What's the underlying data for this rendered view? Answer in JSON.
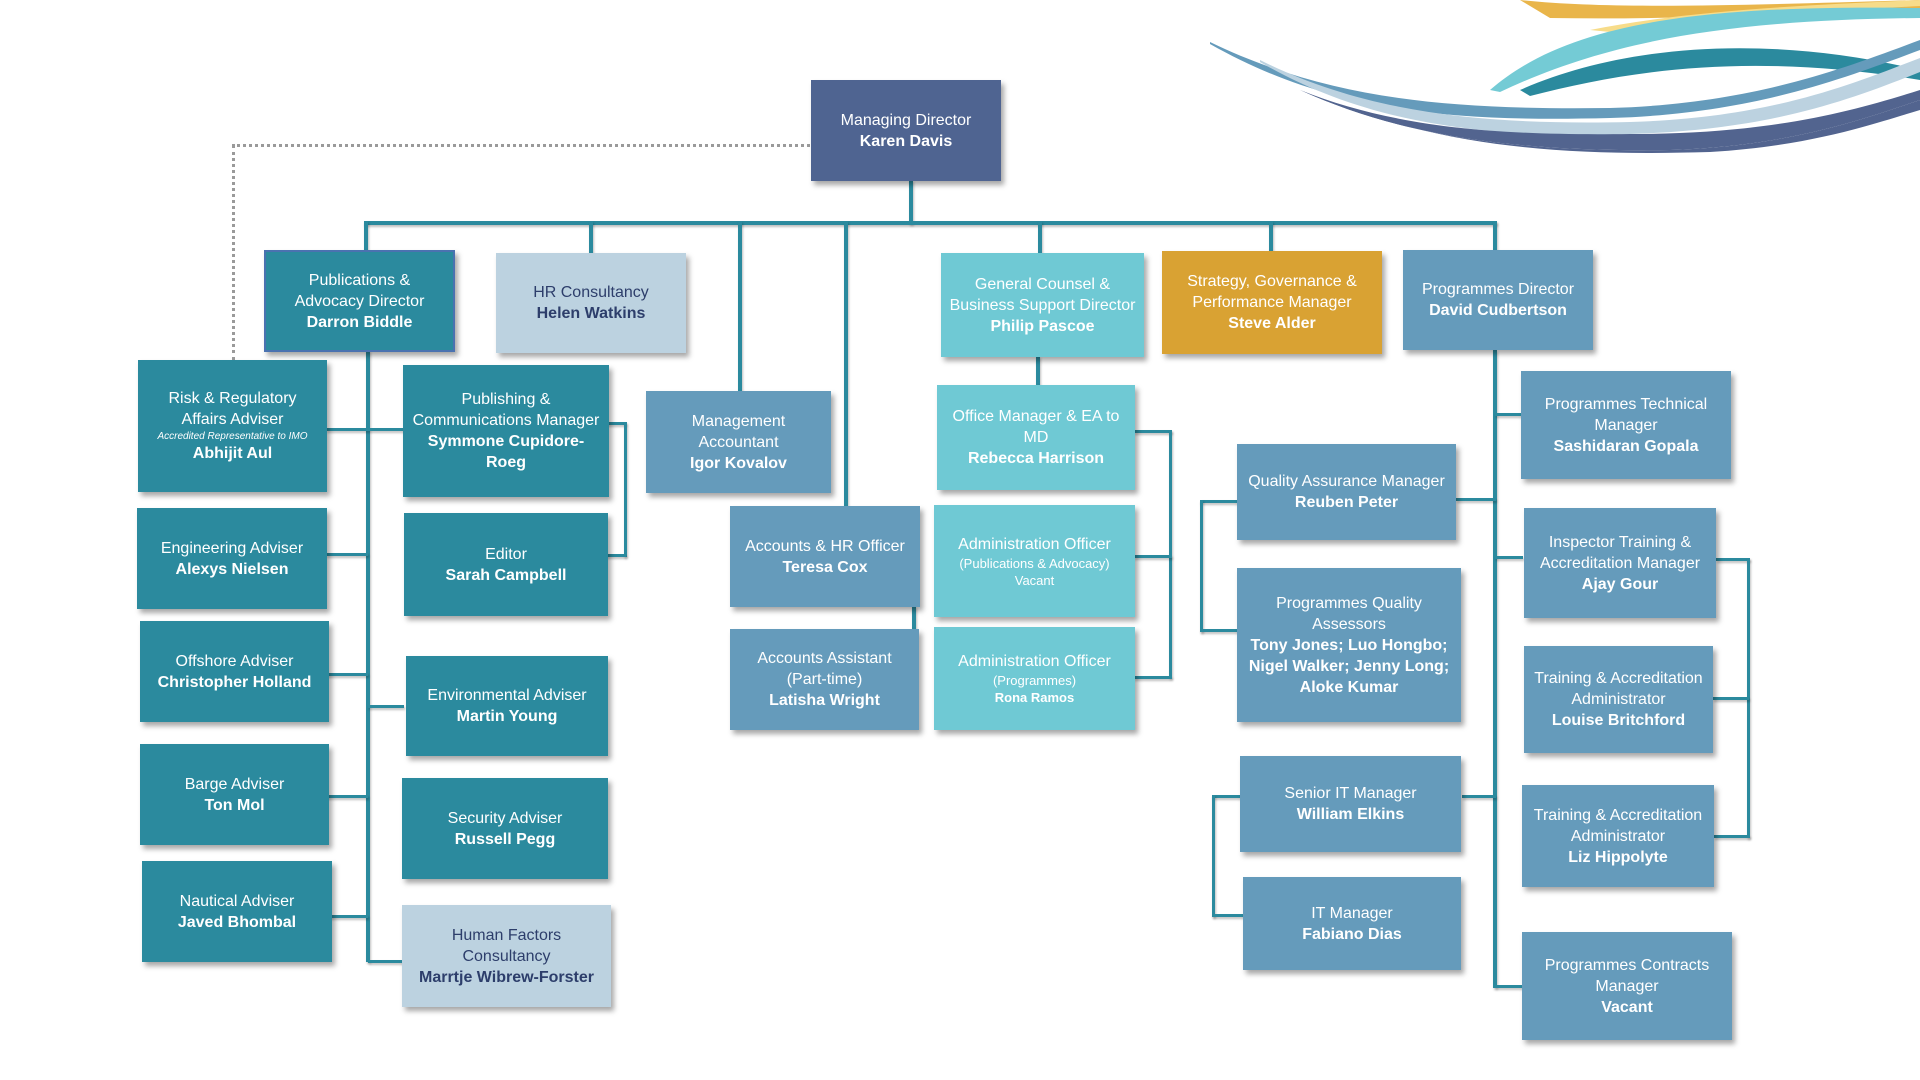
{
  "colors": {
    "navy": "#4f6491",
    "teal": "#2b8a9e",
    "steel": "#659bbb",
    "aqua": "#6fc9d4",
    "gold": "#d9a233",
    "pale": "#bcd2e0",
    "connector": "#2b8a9e",
    "dotted_connector": "#9a9a9a"
  },
  "decoration": {
    "icon": "wave-swoosh-logo"
  },
  "org": {
    "md": {
      "title": "Managing Director",
      "name": "Karen Davis"
    },
    "pub_dir": {
      "title": "Publications & Advocacy Director",
      "name": "Darron Biddle"
    },
    "hr_consult": {
      "title": "HR Consultancy",
      "name": "Helen Watkins"
    },
    "gc_dir": {
      "title": "General Counsel & Business Support Director",
      "name": "Philip Pascoe"
    },
    "strategy": {
      "title": "Strategy, Governance & Performance Manager",
      "name": "Steve Alder"
    },
    "prog_dir": {
      "title": "Programmes Director",
      "name": "David Cudbertson"
    },
    "risk": {
      "title": "Risk & Regulatory Affairs Adviser",
      "note": "Accredited Representative to IMO",
      "name": "Abhijit Aul"
    },
    "engineering": {
      "title": "Engineering Adviser",
      "name": "Alexys Nielsen"
    },
    "offshore": {
      "title": "Offshore Adviser",
      "name": "Christopher Holland"
    },
    "barge": {
      "title": "Barge Adviser",
      "name": "Ton Mol"
    },
    "nautical": {
      "title": "Nautical Adviser",
      "name": "Javed Bhombal"
    },
    "publishing": {
      "title": "Publishing & Communications Manager",
      "name": "Symmone Cupidore-Roeg"
    },
    "editor": {
      "title": "Editor",
      "name": "Sarah Campbell"
    },
    "environmental": {
      "title": "Environmental Adviser",
      "name": "Martin Young"
    },
    "security": {
      "title": "Security Adviser",
      "name": "Russell Pegg"
    },
    "human_factors": {
      "title": "Human Factors Consultancy",
      "name": "Marrtje Wibrew-Forster"
    },
    "mgmt_accountant": {
      "title": "Management Accountant",
      "name": "Igor Kovalov"
    },
    "accounts_hr": {
      "title": "Accounts & HR Officer",
      "name": "Teresa Cox"
    },
    "accounts_asst": {
      "title": "Accounts Assistant (Part-time)",
      "name": "Latisha Wright"
    },
    "office_mgr": {
      "title": "Office Manager & EA to MD",
      "name": "Rebecca Harrison"
    },
    "admin_pub": {
      "title": "Administration Officer",
      "sub": "(Publications & Advocacy)",
      "name": "Vacant"
    },
    "admin_prog": {
      "title": "Administration Officer",
      "sub": "(Programmes)",
      "name": "Rona Ramos"
    },
    "qa_mgr": {
      "title": "Quality Assurance Manager",
      "name": "Reuben Peter"
    },
    "pqa": {
      "title": "Programmes Quality Assessors",
      "name": "Tony Jones; Luo Hongbo; Nigel Walker; Jenny Long; Aloke Kumar"
    },
    "senior_it": {
      "title": "Senior IT Manager",
      "name": "William Elkins"
    },
    "it_mgr": {
      "title": "IT Manager",
      "name": "Fabiano Dias"
    },
    "prog_tech": {
      "title": "Programmes Technical Manager",
      "name": "Sashidaran Gopala"
    },
    "inspector_training": {
      "title": "Inspector Training & Accreditation Manager",
      "name": "Ajay Gour"
    },
    "ta_admin1": {
      "title": "Training & Accreditation Administrator",
      "name": "Louise Britchford"
    },
    "ta_admin2": {
      "title": "Training & Accreditation Administrator",
      "name": "Liz Hippolyte"
    },
    "prog_contracts": {
      "title": "Programmes Contracts Manager",
      "name": "Vacant"
    }
  }
}
